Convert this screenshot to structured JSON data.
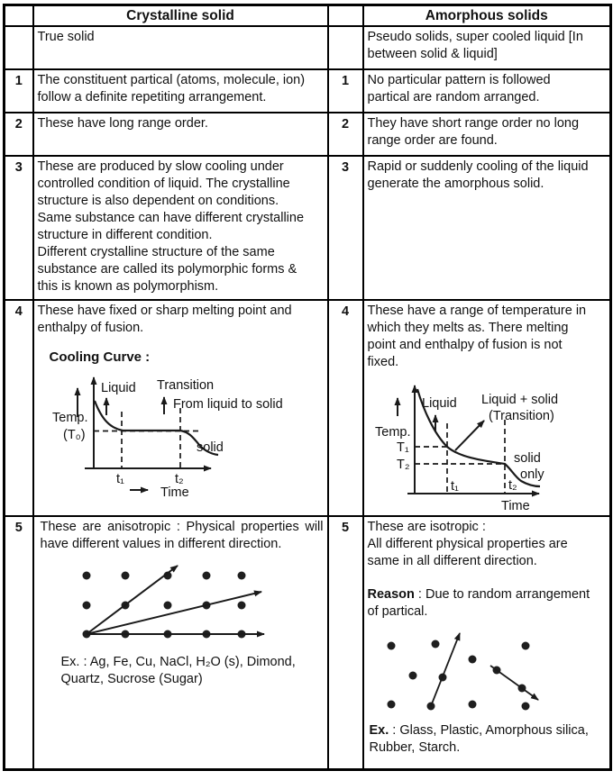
{
  "table": {
    "headers": {
      "crystalline": "Crystalline solid",
      "amorphous": "Amorphous solids"
    },
    "intro_row": {
      "left": "True solid",
      "right": "Pseudo solids, super cooled liquid [In\nbetween solid & liquid]"
    },
    "rows": [
      {
        "num": "1",
        "left": "The constituent partical (atoms, molecule, ion)\nfollow a definite repetiting arrangement.",
        "right": "No particular pattern is followed\npartical are random arranged."
      },
      {
        "num": "2",
        "left": "These have long range order.",
        "right": "They have short range order no long\nrange order are found."
      },
      {
        "num": "3",
        "left": "These are produced by slow cooling under\ncontrolled condition of liquid. The crystalline\nstructure is also dependent on conditions.\nSame substance can have different crystalline\nstructure in different condition.\nDifferent crystalline structure of the same\nsubstance are called its polymorphic forms &\nthis is known as polymorphism.",
        "right": "Rapid or suddenly cooling of the liquid\ngenerate the amorphous solid."
      }
    ],
    "row4": {
      "num": "4",
      "left_text": "These have fixed or sharp melting point and\nenthalpy of fusion.",
      "cooling_curve_heading": "Cooling Curve :",
      "right_text": "These have a range of temperature in\nwhich they melts as. There melting\npoint and enthalpy of fusion is not\nfixed.",
      "left_diagram": {
        "temp": "Temp.",
        "t0": "(T₀)",
        "liquid": "Liquid",
        "transition_1": "Transition",
        "transition_2": "From liquid to solid",
        "solid": "solid",
        "t1": "t₁",
        "t2": "t₂",
        "time": "Time"
      },
      "right_diagram": {
        "temp": "Temp.",
        "T1": "T₁",
        "T2": "T₂",
        "liquid": "Liquid",
        "transition_1": "Liquid + solid",
        "transition_2": "(Transition)",
        "solid_1": "solid",
        "solid_2": "only",
        "t1": "t₁",
        "t2": "t₂",
        "time": "Time"
      }
    },
    "row5": {
      "num": "5",
      "left_text": "These are anisotropic : Physical properties will have different values in different direction.",
      "left_example": "Ex. : Ag, Fe, Cu, NaCl, H₂O (s), Dimond,\nQuartz, Sucrose (Sugar)",
      "right_text": "These are isotropic :\nAll different physical properties are\nsame in all different direction.",
      "reason_label": "Reason",
      "reason_text": " : Due to random arrangement\nof partical.",
      "example_label": "Ex.",
      "example_text": " : Glass, Plastic, Amorphous silica,\nRubber, Starch."
    }
  }
}
